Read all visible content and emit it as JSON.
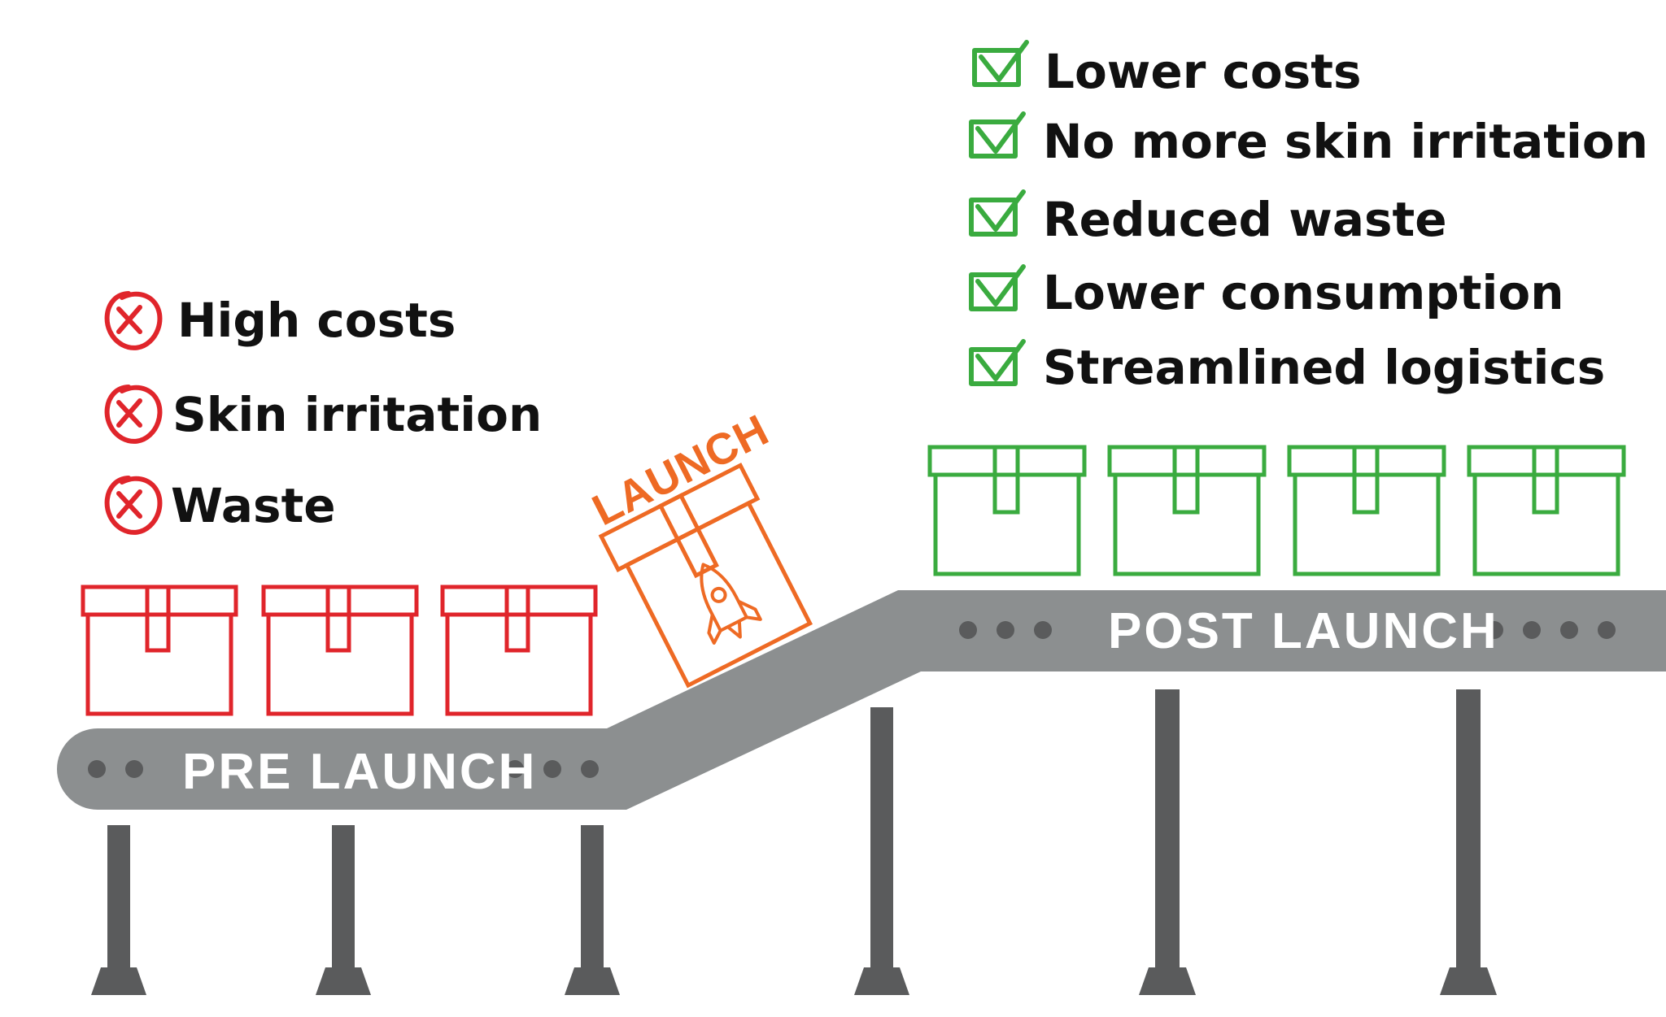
{
  "labels": {
    "pre_launch": "PRE LAUNCH",
    "post_launch": "POST LAUNCH",
    "launch": "LAUNCH"
  },
  "problems": [
    {
      "text": "High costs"
    },
    {
      "text": "Skin irritation"
    },
    {
      "text": "Waste"
    }
  ],
  "benefits": [
    {
      "text": "Lower costs"
    },
    {
      "text": "No more skin irritation"
    },
    {
      "text": "Reduced waste"
    },
    {
      "text": "Lower consumption"
    },
    {
      "text": "Streamlined logistics"
    }
  ],
  "icons": {
    "problem": "x-circle-icon",
    "benefit": "check-box-icon",
    "launch": "rocket-icon"
  },
  "colors": {
    "problem": "#e0252b",
    "benefit": "#3aab3f",
    "launch": "#ee6a24",
    "belt": "#8c8f90",
    "legs": "#5a5b5c",
    "belt_text": "#ffffff",
    "text": "#111111"
  }
}
